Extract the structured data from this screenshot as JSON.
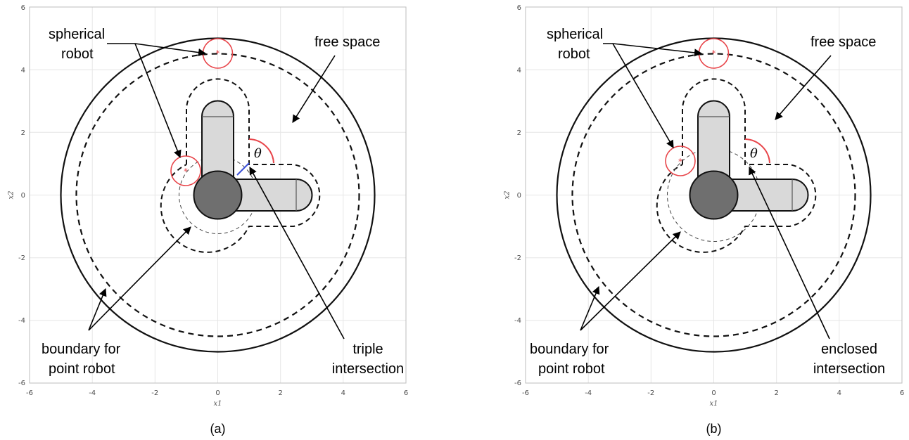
{
  "panels": [
    {
      "caption": "(a)",
      "axes": {
        "xlabel": "x1",
        "ylabel": "x2",
        "xticks": [
          "-6",
          "-4",
          "-2",
          "0",
          "2",
          "4",
          "6"
        ],
        "yticks": [
          "6",
          "4",
          "2",
          "0",
          "-2",
          "-4",
          "-6"
        ]
      },
      "annotations": {
        "spherical_robot": [
          "spherical",
          "robot"
        ],
        "free_space": "free space",
        "boundary": [
          "boundary for",
          "point robot"
        ],
        "intersection": [
          "triple",
          "intersection"
        ],
        "angle": "θ"
      }
    },
    {
      "caption": "(b)",
      "axes": {
        "xlabel": "x1",
        "ylabel": "x2",
        "xticks": [
          "-6",
          "-4",
          "-2",
          "0",
          "2",
          "4",
          "6"
        ],
        "yticks": [
          "6",
          "4",
          "2",
          "0",
          "-2",
          "-4",
          "-6"
        ]
      },
      "annotations": {
        "spherical_robot": [
          "spherical",
          "robot"
        ],
        "free_space": "free space",
        "boundary": [
          "boundary for",
          "point robot"
        ],
        "intersection": [
          "enclosed",
          "intersection"
        ],
        "angle": "θ"
      }
    }
  ],
  "colors": {
    "obstacle_fill": "#d9d9d9",
    "base_fill": "#6f6f6f",
    "robot_circle": "#e8454a",
    "blue_segment": "#3b4fd8",
    "grid": "#e6e6e6"
  }
}
